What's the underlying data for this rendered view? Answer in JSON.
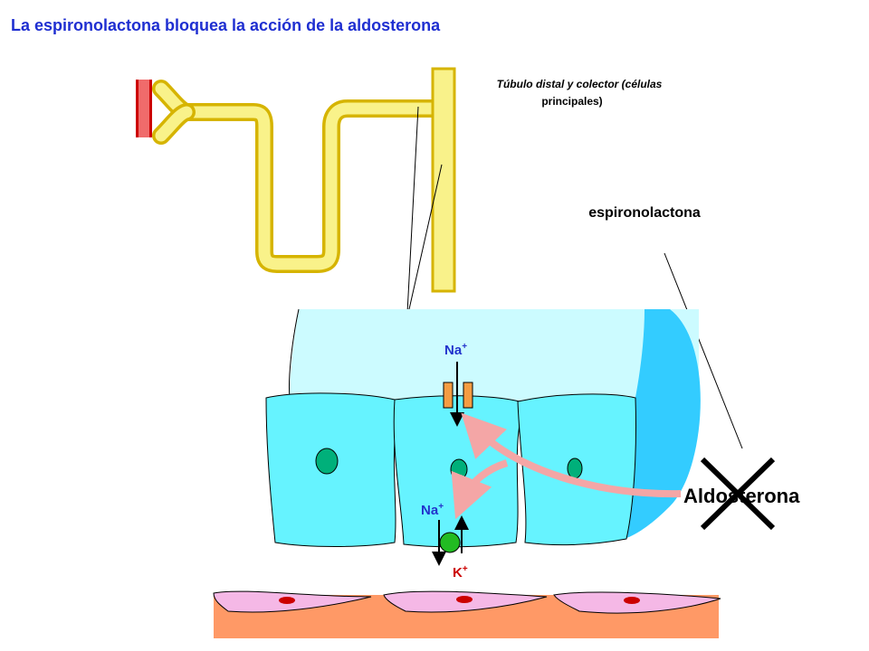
{
  "title": "La espironolactona bloquea la acción de la aldosterona",
  "labels": {
    "tubule_line1": "Túbulo distal y colector (células",
    "tubule_line2": "principales)",
    "drug": "espironolactona",
    "hormone": "Aldosterona",
    "sodium_top": "Na",
    "sodium_bottom": "Na",
    "potassium": "K",
    "charge": "+"
  },
  "colors": {
    "title": "#1f2fd1",
    "tubule": "#f9f28a",
    "tubule_border": "#d6b400",
    "lumen": "#ccfbff",
    "cell": "#66f3ff",
    "cell_side": "#33ccff",
    "nucleus": "#00b07a",
    "channel": "#f59c42",
    "pump": "#22bb22",
    "arrow_pink": "#f4a6a6",
    "interstitium": "#ff9966",
    "fibroblast": "#f5b8e6",
    "fib_nucleus": "#cc0000",
    "vessel": "#cc0000",
    "ion_label": "#2233cc",
    "k_label": "#cc0000"
  }
}
